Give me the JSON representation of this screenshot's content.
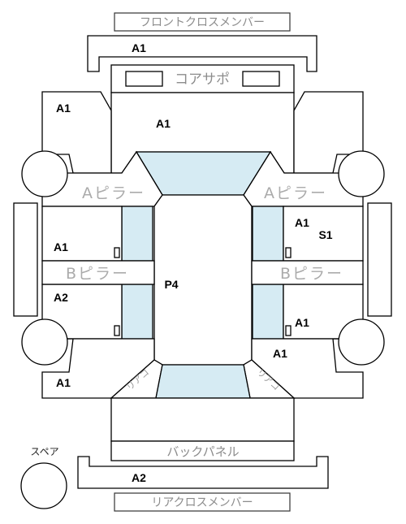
{
  "labels": {
    "front_cross_member": "フロントクロスメンバー",
    "core_support": "コアサポ",
    "a_pillar_left": "Aピラー",
    "a_pillar_right": "Aピラー",
    "b_pillar_left": "Bピラー",
    "b_pillar_right": "Bピラー",
    "rear_corner_left": "リアコ",
    "rear_corner_right": "リアコ",
    "back_panel": "バックパネル",
    "spare": "スペア",
    "rear_cross_member": "リアクロスメンバー"
  },
  "grades": {
    "front_cross_member": "A1",
    "front_left_fender": "A1",
    "hood": "A1",
    "right_front_door": "A1",
    "right_front_door_extra": "S1",
    "left_front_door": "A1",
    "roof": "P4",
    "left_rear_door": "A2",
    "right_rear_door": "A1",
    "right_rear_quarter": "A1",
    "left_rear_quarter": "A1",
    "rear_cross_member": "A2"
  },
  "colors": {
    "glass": "#d6ebf3",
    "outline": "#000000",
    "label_gray": "#8c8c8c"
  }
}
